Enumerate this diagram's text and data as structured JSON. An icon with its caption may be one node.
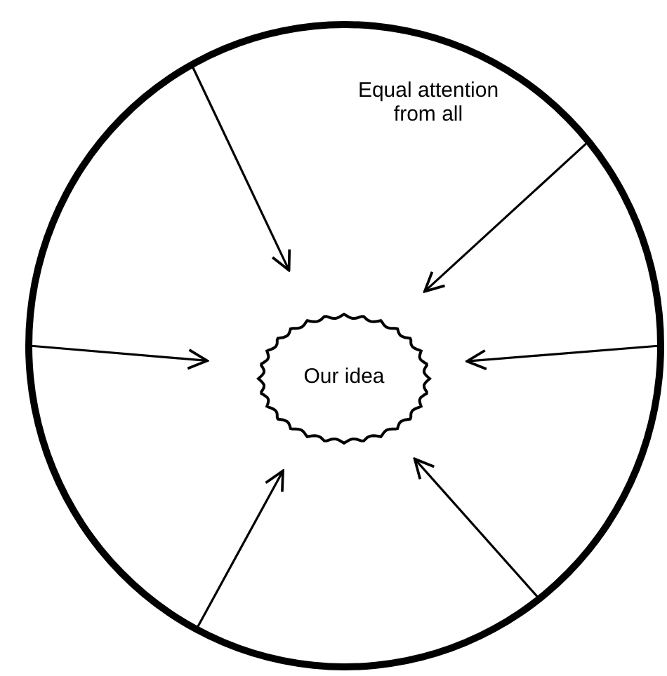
{
  "diagram": {
    "nodes": [
      {
        "text": [
          "Equal attention from all"
        ]
      },
      {
        "text": [
          "Our idea"
        ],
        "in": 0
      }
    ],
    "edges": [
      {
        "from": 0,
        "to": 1,
        "arrow": "to"
      },
      {
        "from": 0,
        "to": 1,
        "arrow": "to"
      },
      {
        "from": 0,
        "to": 1,
        "arrow": "to"
      },
      {
        "from": 0,
        "to": 1,
        "arrow": "to"
      },
      {
        "from": 0,
        "to": 1,
        "arrow": "to"
      },
      {
        "from": 0,
        "to": 1,
        "arrow": "to"
      }
    ]
  }
}
